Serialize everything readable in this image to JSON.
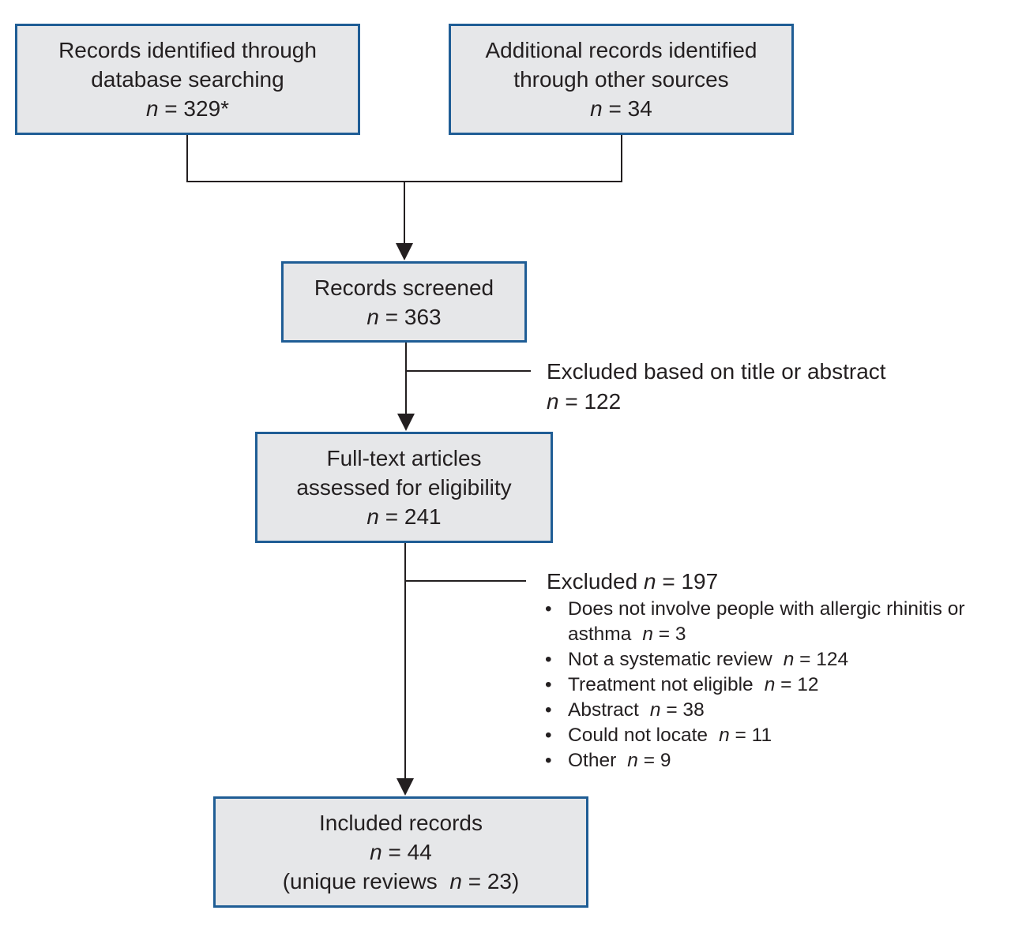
{
  "colors": {
    "box_fill": "#e6e7e9",
    "box_border": "#1f5d95",
    "line": "#231f20",
    "text": "#231f20"
  },
  "boxes": {
    "database": {
      "line1": "Records identified through",
      "line2": "database searching",
      "n_label": "n",
      "n_value": " = 329*"
    },
    "other_sources": {
      "line1": "Additional records identified",
      "line2": "through other sources",
      "n_label": "n",
      "n_value": " = 34"
    },
    "screened": {
      "line1": "Records screened",
      "n_label": "n",
      "n_value": " = 363"
    },
    "fulltext": {
      "line1": "Full-text articles",
      "line2": "assessed for eligibility",
      "n_label": "n",
      "n_value": " = 241"
    },
    "included": {
      "line1": "Included records",
      "n_label": "n",
      "n_value": " = 44",
      "line3_prefix": "(unique reviews  ",
      "line3_n_label": "n",
      "line3_suffix": " = 23)"
    }
  },
  "exclusions": {
    "title_abstract": {
      "label": "Excluded based on title or abstract",
      "n_label": "n",
      "n_value": " = 122"
    },
    "fulltext": {
      "label": "Excluded ",
      "n_label": "n",
      "n_value": " = 197",
      "bullet": "•",
      "reasons": [
        {
          "text": "Does not involve people with allergic rhinitis or",
          "text2": "asthma",
          "n_label": "n",
          "n_value": " = 3"
        },
        {
          "text": "Not a systematic review",
          "n_label": "n",
          "n_value": " = 124"
        },
        {
          "text": "Treatment not eligible",
          "n_label": "n",
          "n_value": " = 12"
        },
        {
          "text": "Abstract",
          "n_label": "n",
          "n_value": " = 38"
        },
        {
          "text": "Could not locate",
          "n_label": "n",
          "n_value": " = 11"
        },
        {
          "text": "Other",
          "n_label": "n",
          "n_value": " = 9"
        }
      ]
    }
  }
}
